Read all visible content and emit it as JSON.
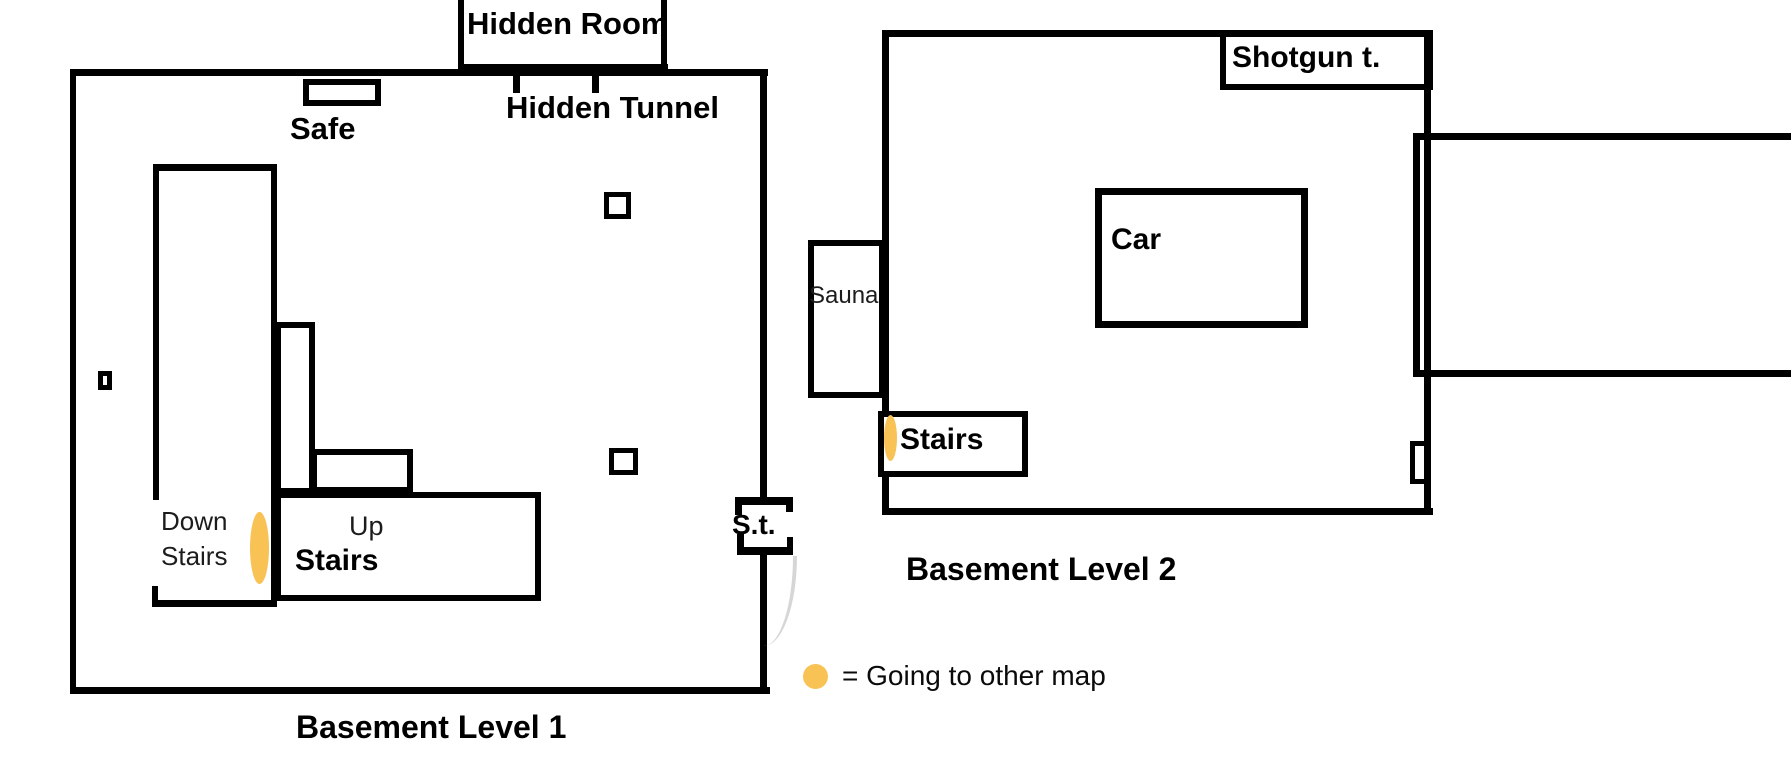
{
  "palette": {
    "ink": "#000000",
    "accent": "#F8C254",
    "smudge": "#c9c9c9"
  },
  "level1": {
    "title": "Basement Level 1",
    "hidden_room_label": "Hidden Room",
    "hidden_tunnel_label": "Hidden Tunnel",
    "safe_label": "Safe",
    "down_stairs_label_line1": "Down",
    "down_stairs_label_line2": "Stairs",
    "up_stairs_label_line1": "Up",
    "up_stairs_label_line2": "Stairs",
    "secret_tunnel_door_label": "S.t."
  },
  "level2": {
    "title": "Basement Level 2",
    "shotgun_table_label": "Shotgun t.",
    "car_label": "Car",
    "sauna_label": "Sauna",
    "stairs_label": "Stairs"
  },
  "legend": {
    "marker_meaning": "= Going to other map"
  }
}
